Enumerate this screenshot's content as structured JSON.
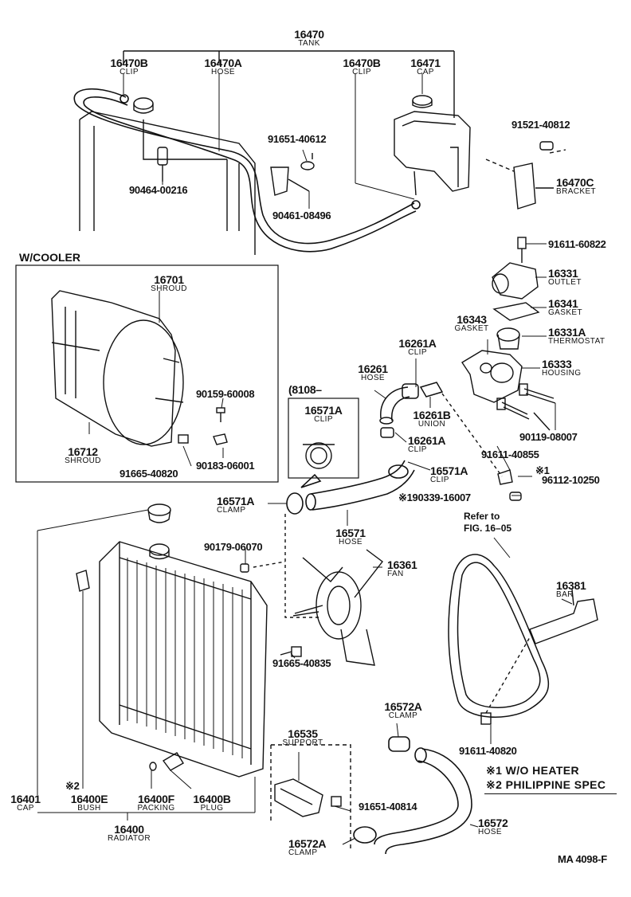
{
  "labels": {
    "tank_16470": {
      "part": "16470",
      "name": "TANK"
    },
    "clip_16470b_left": {
      "part": "16470B",
      "name": "CLIP"
    },
    "hose_16470a": {
      "part": "16470A",
      "name": "HOSE"
    },
    "clip_16470b_right": {
      "part": "16470B",
      "name": "CLIP"
    },
    "cap_16471": {
      "part": "16471",
      "name": "CAP"
    },
    "bolt_91521_40812": {
      "part": "91521-40812"
    },
    "bolt_91651_40612": {
      "part": "91651-40612"
    },
    "bracket_16470c": {
      "part": "16470C",
      "name": "BRACKET"
    },
    "clamp_90464_00216": {
      "part": "90464-00216"
    },
    "clamp_90461_08496": {
      "part": "90461-08496"
    },
    "bolt_91611_60822": {
      "part": "91611-60822"
    },
    "outlet_16331": {
      "part": "16331",
      "name": "OUTLET"
    },
    "gasket_16341": {
      "part": "16341",
      "name": "GASKET"
    },
    "gasket_16343": {
      "part": "16343",
      "name": "GASKET"
    },
    "thermostat_16331a": {
      "part": "16331A",
      "name": "THERMOSTAT"
    },
    "housing_16333": {
      "part": "16333",
      "name": "HOUSING"
    },
    "clip_16261a_top": {
      "part": "16261A",
      "name": "CLIP"
    },
    "hose_16261": {
      "part": "16261",
      "name": "HOSE"
    },
    "union_16261b": {
      "part": "16261B",
      "name": "UNION"
    },
    "clip_16261a_bottom": {
      "part": "16261A",
      "name": "CLIP"
    },
    "bolt_90119_08007": {
      "part": "90119-08007"
    },
    "bolt_91611_40855": {
      "part": "91611-40855"
    },
    "plug_96112_10250": {
      "part": "96112-10250"
    },
    "cap_190339_16007": {
      "part": "190339-16007"
    },
    "clip_16571a_right": {
      "part": "16571A",
      "name": "CLIP"
    },
    "clip_16571a_box": {
      "part": "16571A",
      "name": "CLIP"
    },
    "clamp_16571a": {
      "part": "16571A",
      "name": "CLAMP"
    },
    "hose_16571": {
      "part": "16571",
      "name": "HOSE"
    },
    "shroud_16701": {
      "part": "16701",
      "name": "SHROUD"
    },
    "shroud_16712": {
      "part": "16712",
      "name": "SHROUD"
    },
    "screw_90159_60008": {
      "part": "90159-60008"
    },
    "nut_90183_06001": {
      "part": "90183-06001"
    },
    "bolt_91665_40820": {
      "part": "91665-40820"
    },
    "nut_90179_06070": {
      "part": "90179-06070"
    },
    "fan_16361": {
      "part": "16361",
      "name": "FAN"
    },
    "bar_16381": {
      "part": "16381",
      "name": "BAR"
    },
    "bolt_91665_40835": {
      "part": "91665-40835"
    },
    "clamp_16572a_top": {
      "part": "16572A",
      "name": "CLAMP"
    },
    "support_16535": {
      "part": "16535",
      "name": "SUPPORT"
    },
    "bolt_91611_40820": {
      "part": "91611-40820"
    },
    "bolt_91651_40814": {
      "part": "91651-40814"
    },
    "cap_16401": {
      "part": "16401",
      "name": "CAP"
    },
    "bush_16400e": {
      "part": "16400E",
      "name": "BUSH"
    },
    "packing_16400f": {
      "part": "16400F",
      "name": "PACKING"
    },
    "plug_16400b": {
      "part": "16400B",
      "name": "PLUG"
    },
    "radiator_16400": {
      "part": "16400",
      "name": "RADIATOR"
    },
    "clamp_16572a_bottom": {
      "part": "16572A",
      "name": "CLAMP"
    },
    "hose_16572": {
      "part": "16572",
      "name": "HOSE"
    }
  },
  "markers": {
    "note1": "※1",
    "note2": "※2",
    "cap_mark": "※"
  },
  "section_title": "W/COOLER",
  "date_box": "(8108–",
  "refer": {
    "line1": "Refer to",
    "line2": "FIG. 16–05"
  },
  "notes": {
    "n1_mark": "※1",
    "n1_text": "W/O HEATER",
    "n2_mark": "※2",
    "n2_text": "PHILIPPINE SPEC"
  },
  "figure_id": "MA 4098-F"
}
